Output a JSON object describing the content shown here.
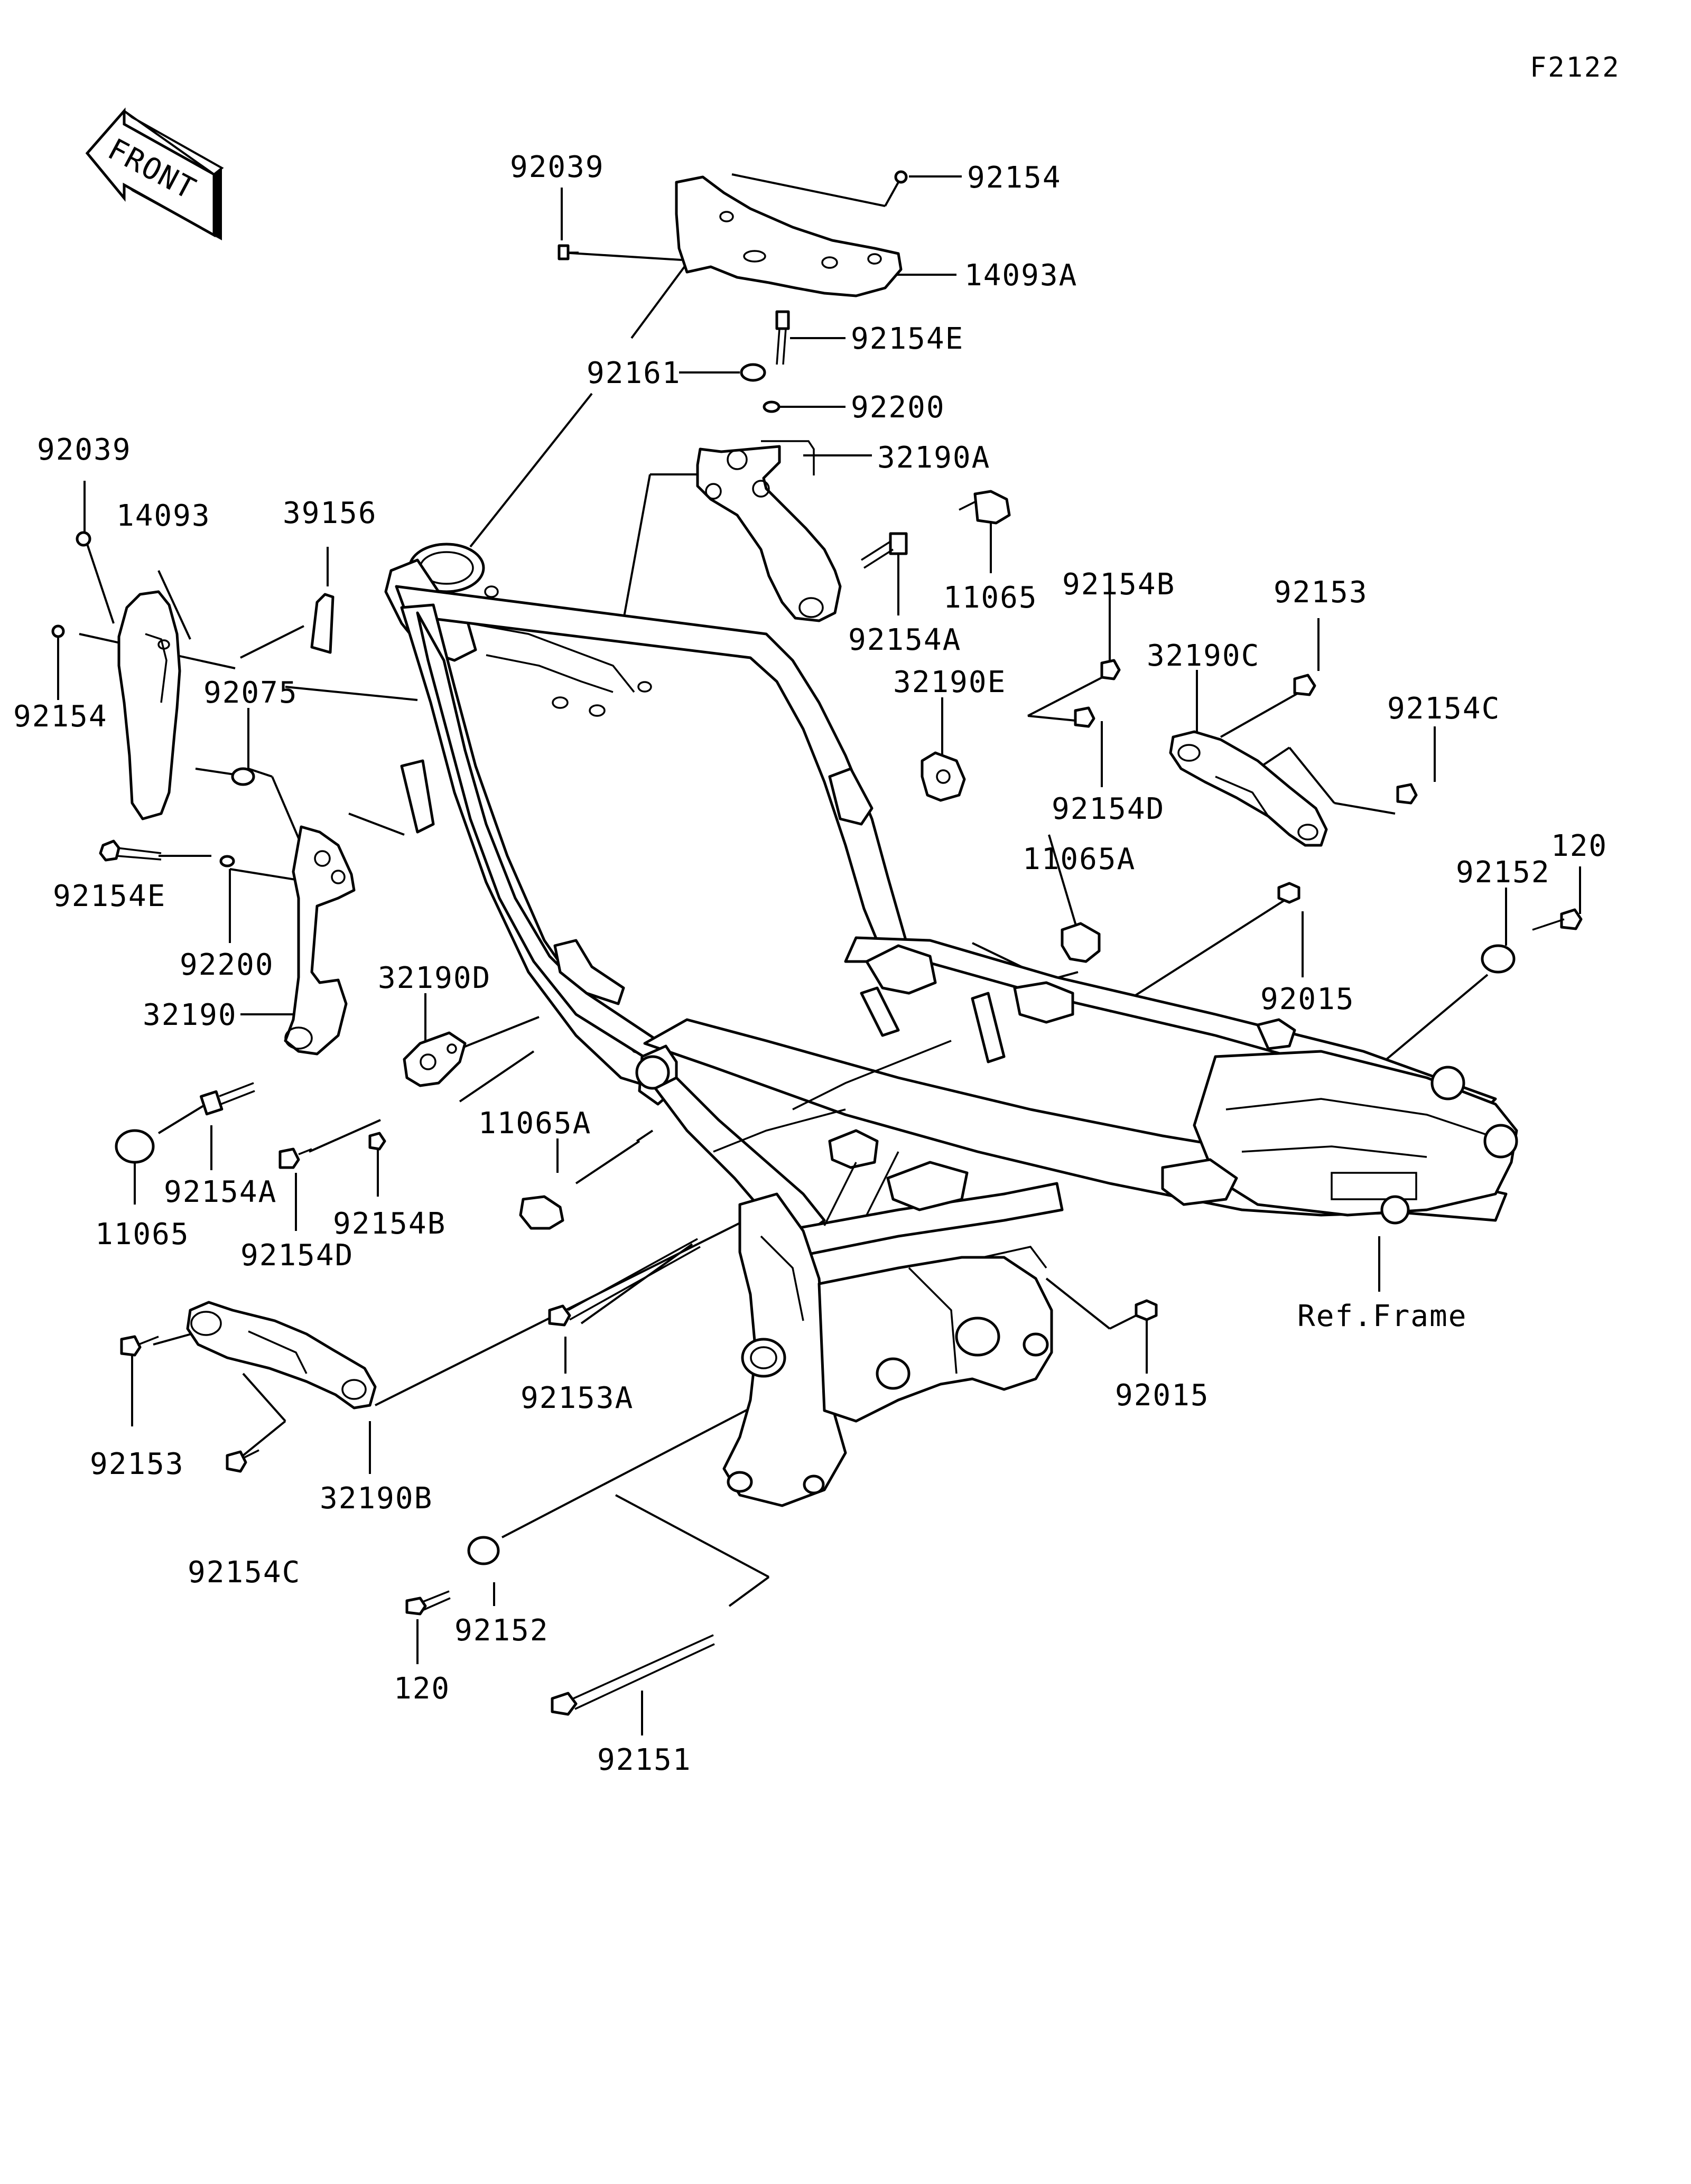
{
  "figure_id": "F2122",
  "front_label": "FRONT",
  "ref_label": "Ref.Frame",
  "labels": [
    {
      "id": "l1",
      "text": "92039"
    },
    {
      "id": "l2",
      "text": "92154"
    },
    {
      "id": "l3",
      "text": "14093A"
    },
    {
      "id": "l4",
      "text": "92154E"
    },
    {
      "id": "l5",
      "text": "92161"
    },
    {
      "id": "l6",
      "text": "92200"
    },
    {
      "id": "l7",
      "text": "32190A"
    },
    {
      "id": "l8",
      "text": "92039"
    },
    {
      "id": "l9",
      "text": "14093"
    },
    {
      "id": "l10",
      "text": "39156"
    },
    {
      "id": "l11",
      "text": "11065"
    },
    {
      "id": "l12",
      "text": "92154A"
    },
    {
      "id": "l13",
      "text": "92154B"
    },
    {
      "id": "l14",
      "text": "92153"
    },
    {
      "id": "l15",
      "text": "92154"
    },
    {
      "id": "l16",
      "text": "92075"
    },
    {
      "id": "l17",
      "text": "32190E"
    },
    {
      "id": "l18",
      "text": "32190C"
    },
    {
      "id": "l19",
      "text": "92154C"
    },
    {
      "id": "l20",
      "text": "92154D"
    },
    {
      "id": "l21",
      "text": "92154E"
    },
    {
      "id": "l22",
      "text": "92200"
    },
    {
      "id": "l23",
      "text": "11065A"
    },
    {
      "id": "l24",
      "text": "120"
    },
    {
      "id": "l25",
      "text": "92152"
    },
    {
      "id": "l26",
      "text": "32190"
    },
    {
      "id": "l27",
      "text": "32190D"
    },
    {
      "id": "l28",
      "text": "92015"
    },
    {
      "id": "l29",
      "text": "11065A"
    },
    {
      "id": "l30",
      "text": "92154A"
    },
    {
      "id": "l31",
      "text": "11065"
    },
    {
      "id": "l32",
      "text": "92154B"
    },
    {
      "id": "l33",
      "text": "92154D"
    },
    {
      "id": "l34",
      "text": "92153"
    },
    {
      "id": "l35",
      "text": "92153A"
    },
    {
      "id": "l36",
      "text": "92015"
    },
    {
      "id": "l37",
      "text": "32190B"
    },
    {
      "id": "l38",
      "text": "92154C"
    },
    {
      "id": "l39",
      "text": "92152"
    },
    {
      "id": "l40",
      "text": "120"
    },
    {
      "id": "l41",
      "text": "92151"
    }
  ]
}
